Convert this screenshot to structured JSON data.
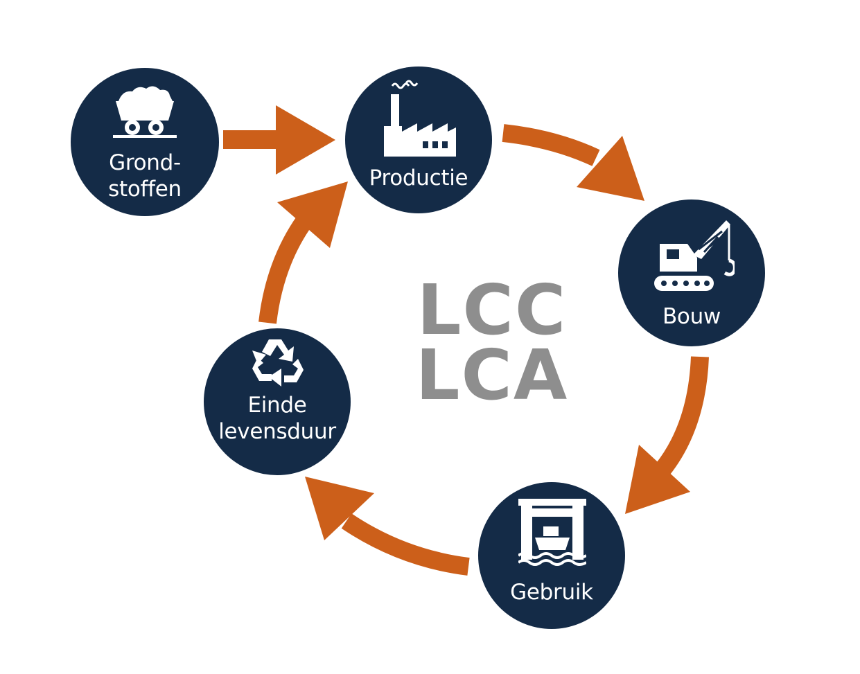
{
  "center": {
    "line1": "LCC",
    "line2": "LCA"
  },
  "colors": {
    "node_fill": "#142b47",
    "arrow": "#cc5f1a",
    "center_text": "#8e8e8e",
    "label_text": "#ffffff"
  },
  "nodes": {
    "grondstoffen": {
      "line1": "Grond-",
      "line2": "stoffen",
      "icon": "ore-cart-icon"
    },
    "productie": {
      "line1": "Productie",
      "icon": "factory-icon"
    },
    "bouw": {
      "line1": "Bouw",
      "icon": "crane-icon"
    },
    "gebruik": {
      "line1": "Gebruik",
      "icon": "ship-lock-icon"
    },
    "einde": {
      "line1": "Einde",
      "line2": "levensduur",
      "icon": "recycle-icon"
    }
  }
}
